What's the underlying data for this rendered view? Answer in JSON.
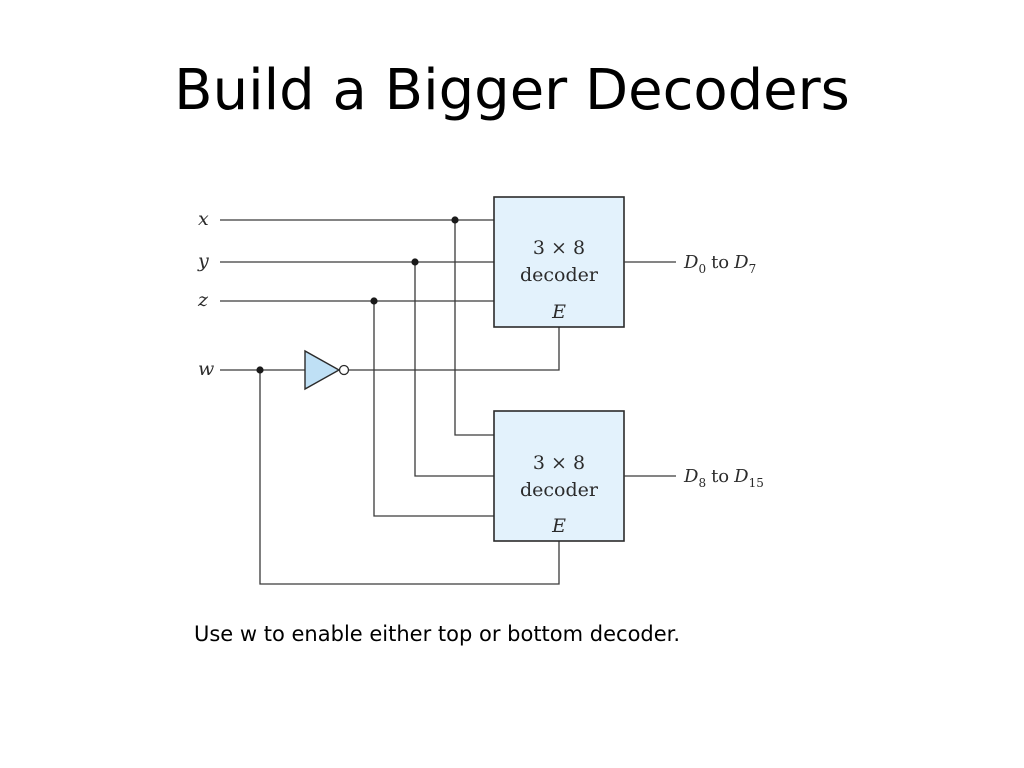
{
  "slide": {
    "title": "Build a Bigger Decoders",
    "caption": "Use w to enable either top or bottom decoder."
  },
  "diagram": {
    "inputs": {
      "x": "x",
      "y": "y",
      "z": "z",
      "w": "w"
    },
    "top_decoder": {
      "line1": "3 × 8",
      "line2": "decoder",
      "enable": "E",
      "output_D": "D",
      "output_start_sub": "0",
      "output_to": "to",
      "output_end_sub": "7"
    },
    "bottom_decoder": {
      "line1": "3 × 8",
      "line2": "decoder",
      "enable": "E",
      "output_D": "D",
      "output_start_sub": "8",
      "output_to": "to",
      "output_end_sub": "15"
    },
    "colors": {
      "box_fill": "#e3f2fc",
      "inverter_fill": "#bfe0f5",
      "wire": "#3a3a3a"
    }
  }
}
